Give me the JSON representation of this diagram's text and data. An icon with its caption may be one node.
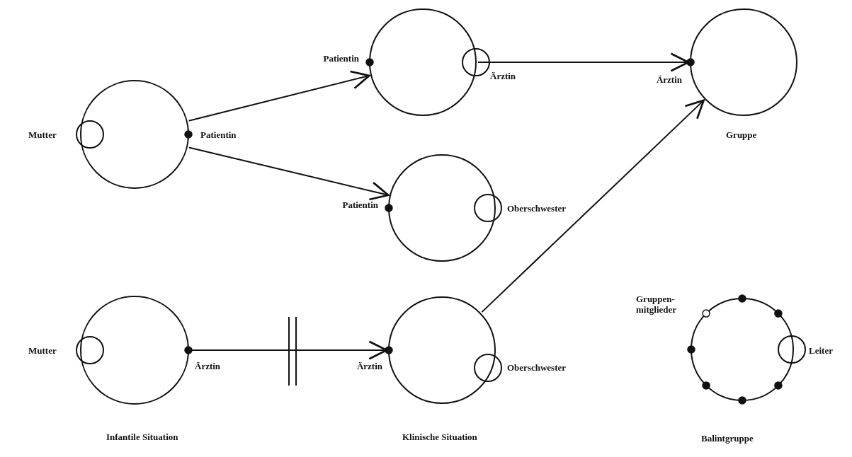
{
  "diagram": {
    "nodes": [
      {
        "text": [],
        "shape": "circle",
        "beside": [
          "Mutter",
          "Patientin"
        ]
      },
      {
        "text": [],
        "shape": "circle",
        "beside": [
          "Mutter",
          "Ärztin"
        ]
      },
      {
        "text": [],
        "shape": "circle",
        "beside": [
          "Patientin",
          "Ärztin"
        ]
      },
      {
        "text": [],
        "shape": "circle",
        "beside": [
          "Patientin",
          "Oberschwester"
        ]
      },
      {
        "text": [],
        "shape": "circle",
        "beside": [
          "Ärztin",
          "Oberschwester"
        ]
      },
      {
        "text": [],
        "shape": "circle",
        "beside": [
          "Ärztin",
          "Gruppe"
        ]
      },
      {
        "text": [],
        "shape": "circle",
        "beside": [
          "Gruppen- mitglieder",
          "Leiter"
        ]
      }
    ],
    "edges": [
      {
        "from": 0,
        "to": 2,
        "arrow": "to"
      },
      {
        "from": 0,
        "to": 3,
        "arrow": "to"
      },
      {
        "from": 2,
        "to": 5,
        "arrow": "to"
      },
      {
        "from": 4,
        "to": 5,
        "arrow": "to"
      },
      {
        "from": 1,
        "to": 4,
        "arrow": "to"
      }
    ],
    "labels": [
      "Infantile Situation",
      "Klinische Situation",
      "Balintgruppe"
    ]
  }
}
